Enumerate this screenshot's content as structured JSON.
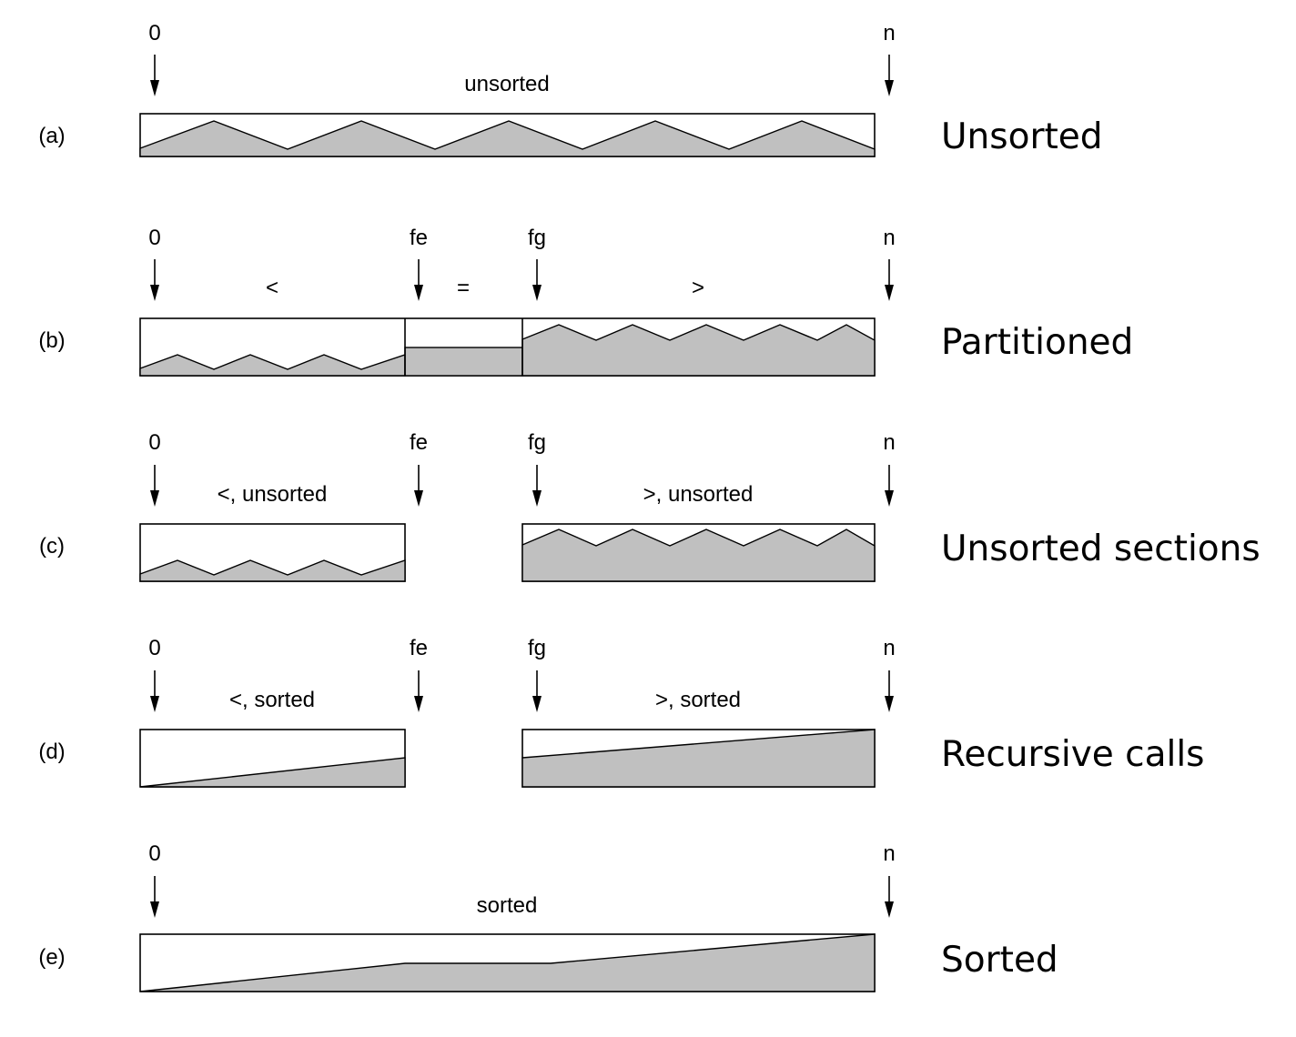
{
  "rows": [
    {
      "id": "a",
      "letter": "(a)",
      "title": "Unsorted",
      "markers": [
        "0",
        "n"
      ],
      "regions": [
        "unsorted"
      ]
    },
    {
      "id": "b",
      "letter": "(b)",
      "title": "Partitioned",
      "markers": [
        "0",
        "fe",
        "fg",
        "n"
      ],
      "regions": [
        "<",
        "=",
        ">"
      ]
    },
    {
      "id": "c",
      "letter": "(c)",
      "title": "Unsorted sections",
      "markers": [
        "0",
        "fe",
        "fg",
        "n"
      ],
      "regions": [
        "<, unsorted",
        ">, unsorted"
      ]
    },
    {
      "id": "d",
      "letter": "(d)",
      "title": "Recursive calls",
      "markers": [
        "0",
        "fe",
        "fg",
        "n"
      ],
      "regions": [
        "<, sorted",
        ">, sorted"
      ]
    },
    {
      "id": "e",
      "letter": "(e)",
      "title": "Sorted",
      "markers": [
        "0",
        "n"
      ],
      "regions": [
        "sorted"
      ]
    }
  ],
  "colors": {
    "fill": "#c0c0c0",
    "stroke": "#000000",
    "background": "#ffffff"
  }
}
